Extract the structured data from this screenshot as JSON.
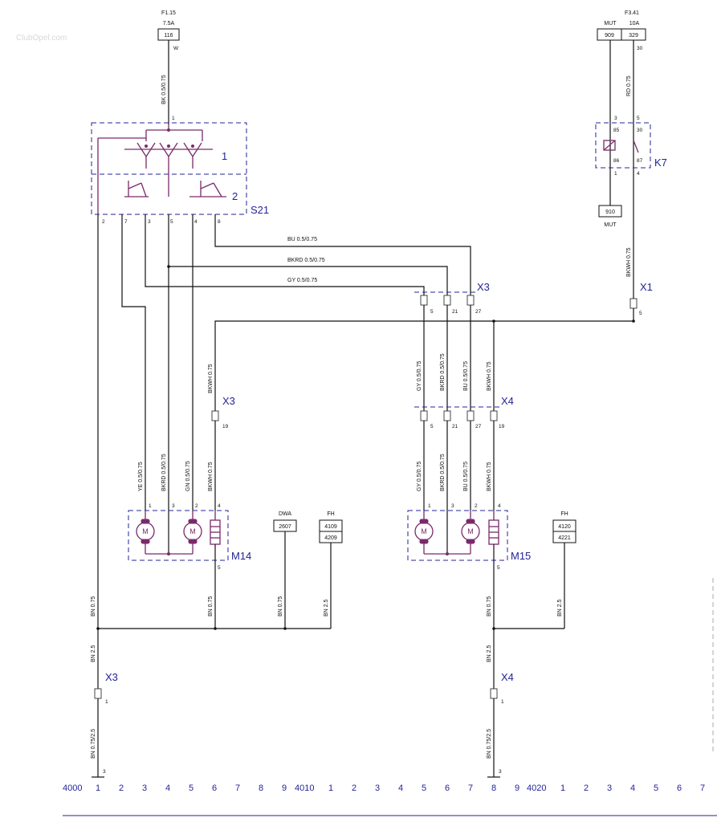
{
  "watermark": "ClubOpel.com",
  "fuses": {
    "f1": {
      "name": "F1.15",
      "rating": "7.5A",
      "box": "116",
      "pin": "W"
    },
    "f2": {
      "name": "F3.41",
      "rating": "10A",
      "label_left": "MUT",
      "box_left": "909",
      "box_right": "329",
      "pin": "30"
    }
  },
  "wires": {
    "bk_main": "BK 0.5/0.75",
    "bu": "BU 0.5/0.75",
    "bkrd": "BKRD 0.5/0.75",
    "gy": "GY 0.5/0.75",
    "rd": "RD 0.75",
    "bkwh_k7": "BKWH 0.75",
    "bkwh_left": "BKWH 0.75",
    "gy_mid": "GY 0.5/0.75",
    "bkrd_mid": "BKRD 0.5/0.75",
    "bu_mid": "BU 0.5/0.75",
    "bkwh_mid": "BKWH 0.75",
    "ye_m14": "YE 0.5/0.75",
    "bkrd_m14": "BKRD 0.5/0.75",
    "gn_m14": "GN 0.5/0.75",
    "bkwh_m14": "BKWH 0.75",
    "gy_m15": "GY 0.5/0.75",
    "bkrd_m15": "BKRD 0.5/0.75",
    "bu_m15": "BU 0.5/0.75",
    "bkwh_m15": "BKWH 0.75",
    "bn_left": "BN 0.75",
    "bn_m14": "BN 0.75",
    "bn_dwa": "BN 0.75",
    "bn_fh1": "BN 2.5",
    "bn_m15": "BN 0.75",
    "bn_fh2": "BN 2.5",
    "bn_x3_top": "BN 2.5",
    "bn_x3_bot": "BN 0.75/2.5",
    "bn_x4_top": "BN 2.5",
    "bn_x4_bot": "BN 0.75/2.5"
  },
  "s21": {
    "name": "S21",
    "sub1": "1",
    "sub2": "2",
    "top_pin": "1",
    "pins": [
      "2",
      "7",
      "3",
      "5",
      "4",
      "8"
    ]
  },
  "k7": {
    "name": "K7",
    "pin85": "85",
    "pin30": "30",
    "pin86": "86",
    "pin87": "87",
    "p3": "3",
    "p5": "5",
    "p1": "1",
    "p4": "4",
    "ground_box": "910",
    "ground_label": "MUT"
  },
  "connectors": {
    "x3_top": {
      "name": "X3",
      "pins": [
        "5",
        "21",
        "27"
      ]
    },
    "x4_mid": {
      "name": "X4",
      "pins": [
        "5",
        "21",
        "27",
        "19"
      ]
    },
    "x3_left": {
      "name": "X3",
      "pin": "19"
    },
    "x1": {
      "name": "X1",
      "pin": "5"
    },
    "x3_bot": {
      "name": "X3",
      "pin": "1"
    },
    "x4_bot": {
      "name": "X4",
      "pin": "1"
    }
  },
  "m14": {
    "name": "M14",
    "pins": [
      "1",
      "3",
      "2",
      "4"
    ],
    "pin_bottom": "5",
    "motor": "M"
  },
  "m15": {
    "name": "M15",
    "pins": [
      "1",
      "3",
      "2",
      "4"
    ],
    "pin_bottom": "5",
    "motor": "M"
  },
  "refs": {
    "dwa": {
      "label": "DWA",
      "box": "2607"
    },
    "fh1": {
      "label": "FH",
      "box_top": "4109",
      "box_bot": "4209"
    },
    "fh2": {
      "label": "FH",
      "box_top": "4120",
      "box_bot": "4221"
    }
  },
  "ruler": {
    "groups": [
      "4000",
      "4010",
      "4020"
    ],
    "ticks": [
      "1",
      "2",
      "3",
      "4",
      "5",
      "6",
      "7",
      "8",
      "9",
      "1",
      "2",
      "3",
      "4",
      "5",
      "6",
      "7",
      "8",
      "9",
      "1",
      "2",
      "3",
      "4",
      "5",
      "6",
      "7"
    ],
    "ground_pin_left": "3",
    "ground_pin_right": "3"
  }
}
